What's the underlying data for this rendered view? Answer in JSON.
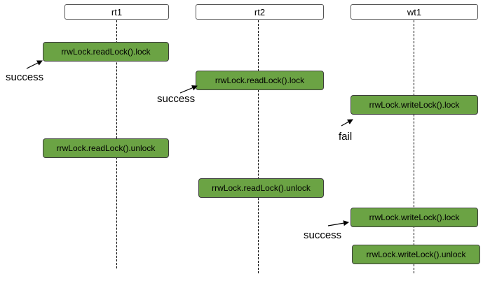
{
  "lifelines": [
    {
      "id": "rt1",
      "label": "rt1"
    },
    {
      "id": "rt2",
      "label": "rt2"
    },
    {
      "id": "wt1",
      "label": "wt1"
    }
  ],
  "operations": {
    "rt1_read_lock": "rrwLock.readLock().lock",
    "rt1_read_unlock": "rrwLock.readLock().unlock",
    "rt2_read_lock": "rrwLock.readLock().lock",
    "rt2_read_unlock": "rrwLock.readLock().unlock",
    "wt1_write_lock_1": "rrwLock.writeLock().lock",
    "wt1_write_lock_2": "rrwLock.writeLock().lock",
    "wt1_write_unlock": "rrwLock.writeLock().unlock"
  },
  "notes": {
    "rt1_result": "success",
    "rt2_result": "success",
    "wt1_first_result": "fail",
    "wt1_second_result": "success"
  },
  "colors": {
    "op_fill": "#6ba344",
    "op_border": "#3d3d3d",
    "line": "#000000"
  }
}
